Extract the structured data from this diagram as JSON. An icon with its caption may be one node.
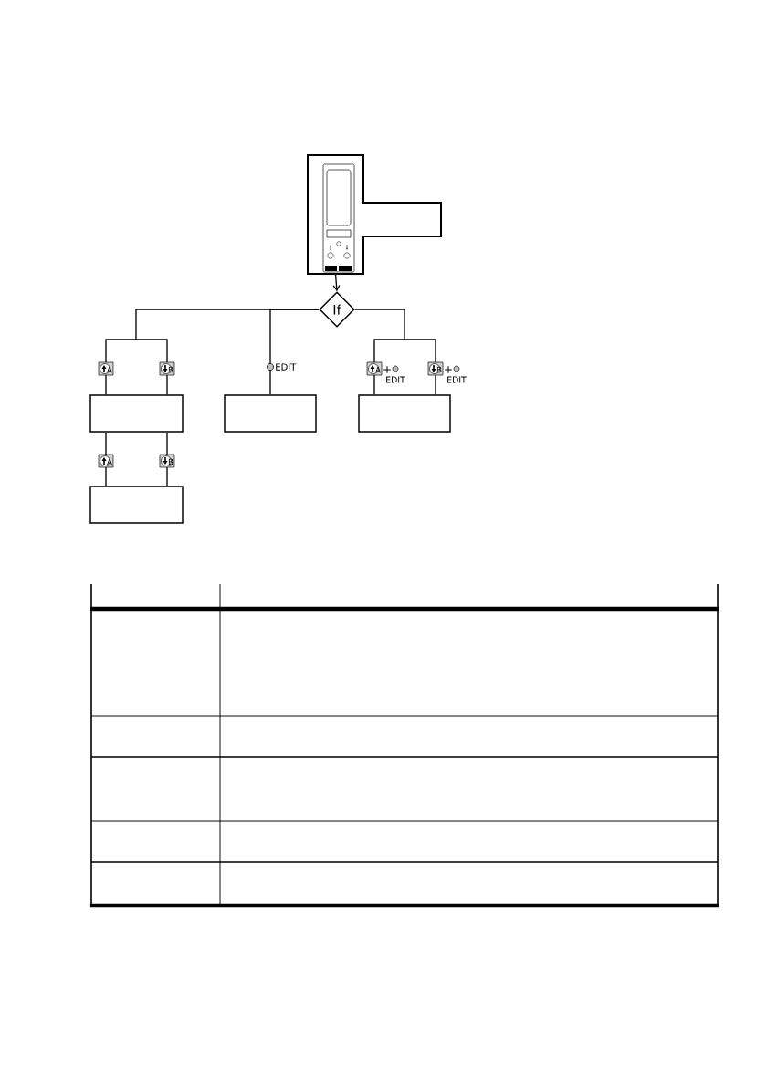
{
  "diagram": {
    "nodes": [
      {
        "text": [],
        "shape": "picture"
      },
      {
        "text": [
          "If"
        ]
      },
      {
        "text": [],
        "shape": "box"
      },
      {
        "text": [],
        "shape": "box"
      },
      {
        "text": [],
        "shape": "box"
      },
      {
        "text": [],
        "shape": "box"
      }
    ],
    "edges": [
      {
        "from": 0,
        "to": 1,
        "arrow": "to"
      },
      {
        "from": 1,
        "to": 2,
        "arrow": "none"
      },
      {
        "from": 1,
        "to": 3,
        "arrow": "none"
      },
      {
        "from": 1,
        "to": 4,
        "arrow": "none"
      },
      {
        "from": 2,
        "to": 5,
        "arrow": "none"
      }
    ],
    "labels": [
      "A",
      "B",
      "EDIT",
      "A",
      "+",
      "EDIT",
      "B",
      "+",
      "EDIT",
      "A",
      "B"
    ]
  }
}
